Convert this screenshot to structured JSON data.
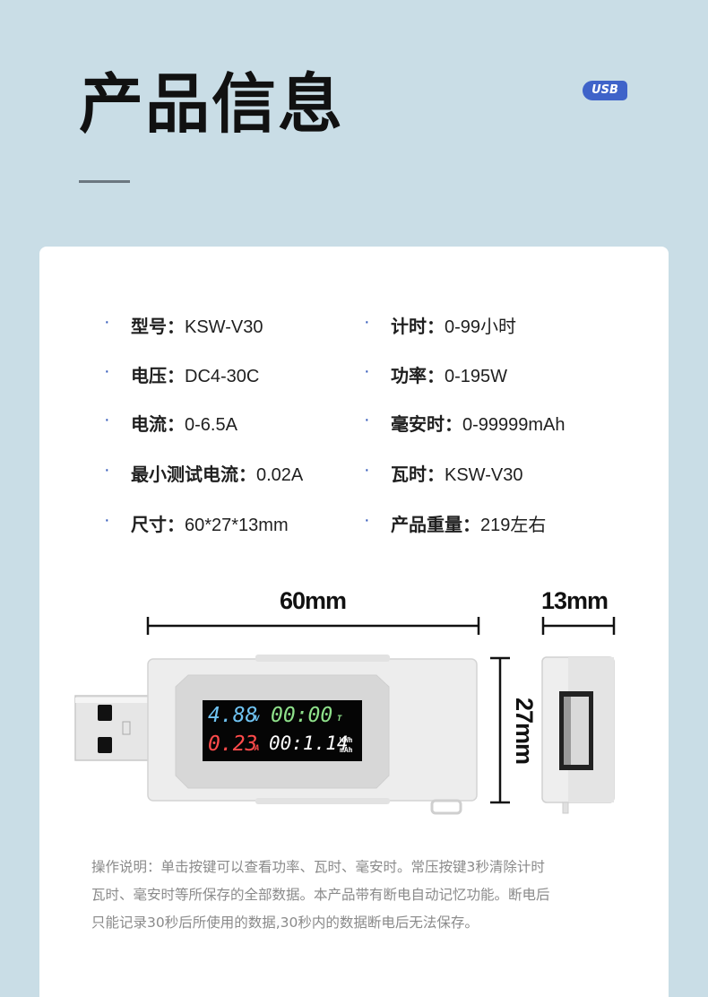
{
  "header": {
    "title": "产品信息",
    "usb_badge": "USB"
  },
  "specs": {
    "left": [
      {
        "key": "型号：",
        "value": "KSW-V30"
      },
      {
        "key": "电压：",
        "value": "DC4-30C"
      },
      {
        "key": "电流：",
        "value": "0-6.5A"
      },
      {
        "key": "最小测试电流：",
        "value": "0.02A"
      },
      {
        "key": "尺寸：",
        "value": "60*27*13mm"
      }
    ],
    "right": [
      {
        "key": "计时：",
        "value": "0-99小时"
      },
      {
        "key": "功率：",
        "value": "0-195W"
      },
      {
        "key": "毫安时：",
        "value": "0-99999mAh"
      },
      {
        "key": "瓦时：",
        "value": "KSW-V30"
      },
      {
        "key": "产品重量：",
        "value": "219左右"
      }
    ],
    "bullet": "·"
  },
  "dimensions": {
    "length": "60mm",
    "thickness": "13mm",
    "width": "27mm"
  },
  "display": {
    "voltage": "4.88",
    "voltage_unit": "V",
    "timer": "00:00",
    "timer_unit": "T",
    "current": "0.23",
    "current_unit": "A",
    "energy": "00:1.14",
    "energy_unit_top": "WWh",
    "energy_unit_bottom": "mAh"
  },
  "note": {
    "lines": [
      "操作说明：单击按键可以查看功率、瓦时、毫安时。常压按键3秒清除计时",
      "瓦时、毫安时等所保存的全部数据。本产品带有断电自动记忆功能。断电后",
      "只能记录30秒后所使用的数据,30秒内的数据断电后无法保存。"
    ]
  },
  "colors": {
    "background": "#c9dde6",
    "card": "#ffffff",
    "bullet": "#2e56b8",
    "voltage": "#6fc3f2",
    "timer": "#8ee08a",
    "current": "#ff4b4b",
    "energy": "#ffffff",
    "usb_badge": "#3f63c9"
  }
}
